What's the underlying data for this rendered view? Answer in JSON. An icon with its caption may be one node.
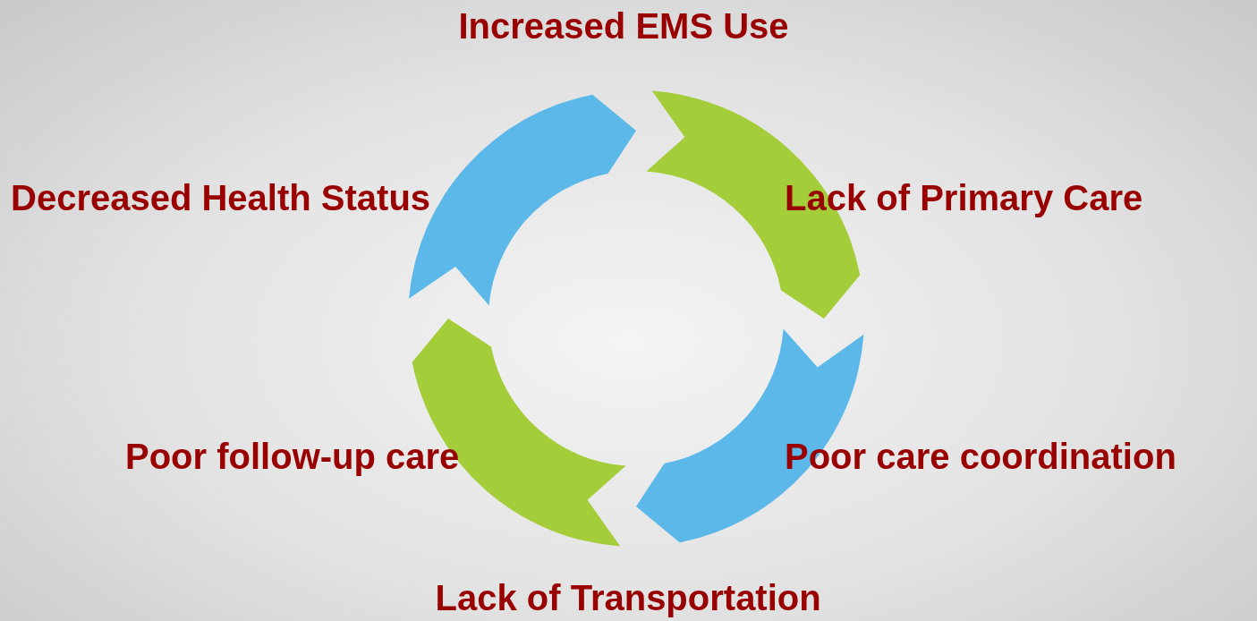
{
  "diagram": {
    "labels": [
      "Increased EMS Use",
      "Decreased Health Status",
      "Lack of Primary Care",
      "Poor follow-up care",
      "Poor care coordination",
      "Lack of Transportation"
    ]
  }
}
